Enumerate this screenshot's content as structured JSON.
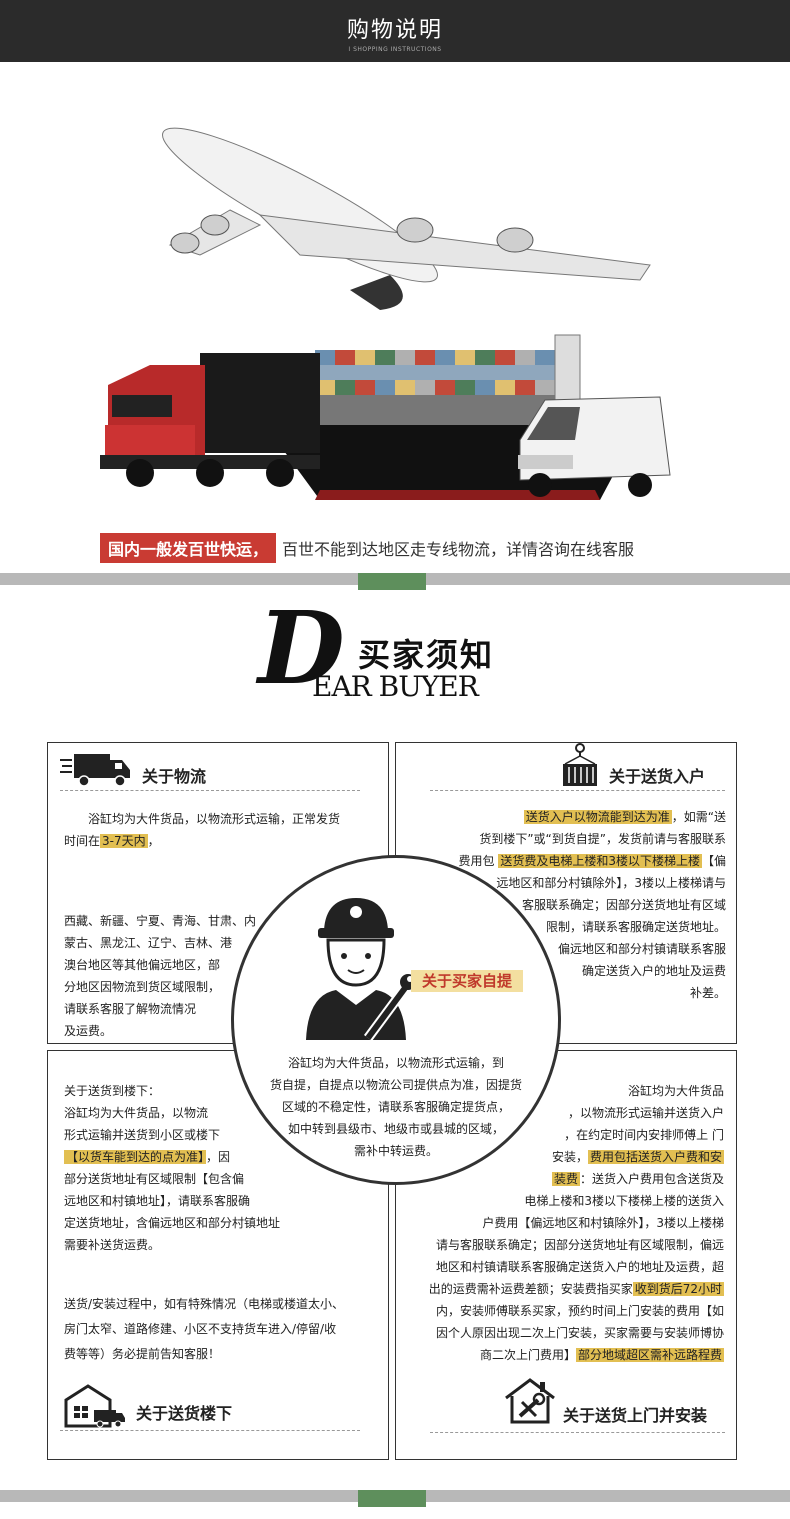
{
  "header": {
    "title": "购物说明",
    "subtitle": "I SHOPPING INSTRUCTIONS"
  },
  "banner": {
    "highlight": "国内一般发百世快运，",
    "rest": "百世不能到达地区走专线物流，详情咨询在线客服"
  },
  "dear_buyer": {
    "letter": "D",
    "title": "买家须知",
    "english": "EAR BUYER"
  },
  "sections": {
    "logistics": {
      "title": "关于物流",
      "p1": "浴缸均为大件货品，以物流形式运输，正常发货",
      "p1b": "时间在",
      "p1_hl": "3-7天内",
      "p1c": "，",
      "p2": [
        "西藏、新疆、宁夏、青海、甘肃、内",
        "蒙古、黑龙江、辽宁、吉林、港",
        "澳台地区等其他偏远地区，部",
        "分地区因物流到货区域限制，",
        "请联系客服了解物流情况",
        "及运费。"
      ]
    },
    "delivery_home": {
      "title": "关于送货入户",
      "hl1": "送货入户以物流能到达为准",
      "t1": "，如需“送",
      "t2": "货到楼下”或“到货自提”，发货前请与客服联系",
      "t3": "费用包",
      "hl2": "送货费及电梯上楼和3楼以下楼梯上楼",
      "t4": "【偏",
      "rest": [
        "远地区和部分村镇除外】，3楼以上楼梯请与",
        "客服联系确定；因部分送货地址有区域",
        "限制，请联系客服确定送货地址。",
        "偏远地区和部分村镇请联系客服",
        "确定送货入户的地址及运费",
        "补差。"
      ]
    },
    "self_pickup": {
      "label": "关于买家自提",
      "lines": [
        "浴缸均为大件货品，以物流形式运输，到",
        "货自提，自提点以物流公司提供点为准，因提货",
        "区域的不稳定性，请联系客服确定提货点，",
        "如中转到县级市、地级市或县城的区域，",
        "需补中转运费。"
      ]
    },
    "downstairs": {
      "title": "关于送货楼下",
      "l1": [
        "关于送货到楼下：",
        "浴缸均为大件货品，以物流",
        "形式运输并送货到小区或楼下"
      ],
      "hl": "【以货车能到达的点为准】",
      "l2": "，因",
      "l3": [
        "部分送货地址有区域限制【包含偏",
        "远地区和村镇地址】，请联系客服确",
        "定送货地址，含偏远地区和部分村镇地址",
        "需要补送货运费。"
      ],
      "l4": [
        "送货/安装过程中，如有特殊情况（电梯或楼道太小、",
        "房门太窄、道路修建、小区不支持货车进入/停留/收",
        "费等等）务必提前告知客服！"
      ]
    },
    "install": {
      "title": "关于送货上门并安装",
      "a": [
        "浴缸均为大件货品",
        "，以物流形式运输并送货入户",
        "，在约定时间内安排师傅上 门"
      ],
      "b1": "安装，",
      "b_hl": "费用包括送货入户费和安",
      "c_hl": "装费",
      "c1": "：送货入户费用包含送货及",
      "d": [
        "电梯上楼和3楼以下楼梯上楼的送货入",
        "户费用【偏远地区和村镇除外】，3楼以上楼梯",
        "请与客服联系确定；因部分送货地址有区域限制，偏远",
        "地区和村镇请联系客服确定送货入户的地址及运费，超"
      ],
      "e1": "出的运费需补运费差额；安装费指买家",
      "e_hl": "收到货后72小时",
      "f": "内，安装师傅联系买家，预约时间上门安装的费用【如",
      "g": "因个人原因出现二次上门安装，买家需要与安装师博协",
      "h1": "商二次上门费用】",
      "h_hl": "部分地域超区需补远路程费"
    }
  },
  "icons": [
    "truck-icon",
    "container-icon",
    "worker-icon",
    "warehouse-icon",
    "house-tools-icon",
    "airplane-icon",
    "ship-icon"
  ]
}
